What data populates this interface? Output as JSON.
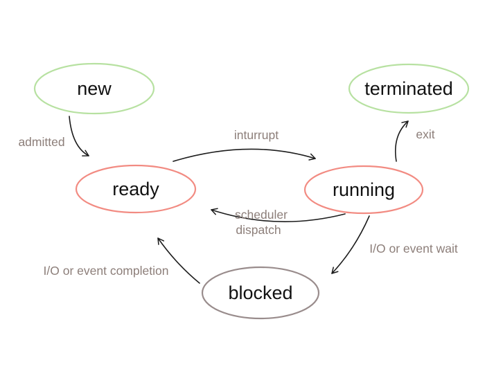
{
  "diagram": {
    "background": "#ffffff",
    "arrow_color": "#1c1c1c",
    "label_color": "#8c7e79",
    "node_text_color": "#111111"
  },
  "states": [
    {
      "id": "new",
      "label": "new",
      "border_color": "#b7e1a1"
    },
    {
      "id": "ready",
      "label": "ready",
      "border_color": "#f28b82"
    },
    {
      "id": "running",
      "label": "running",
      "border_color": "#f28b82"
    },
    {
      "id": "blocked",
      "label": "blocked",
      "border_color": "#998c8c"
    },
    {
      "id": "terminated",
      "label": "terminated",
      "border_color": "#b7e1a1"
    }
  ],
  "transitions": [
    {
      "from": "new",
      "to": "ready",
      "label": "admitted"
    },
    {
      "from": "ready",
      "to": "running",
      "label": "inturrupt"
    },
    {
      "from": "running",
      "to": "ready",
      "label": "scheduler dispatch",
      "label_lines": {
        "0": "scheduler",
        "1": "dispatch"
      }
    },
    {
      "from": "running",
      "to": "blocked",
      "label": "I/O or event wait"
    },
    {
      "from": "blocked",
      "to": "ready",
      "label": "I/O or event completion"
    },
    {
      "from": "running",
      "to": "terminated",
      "label": "exit"
    }
  ]
}
